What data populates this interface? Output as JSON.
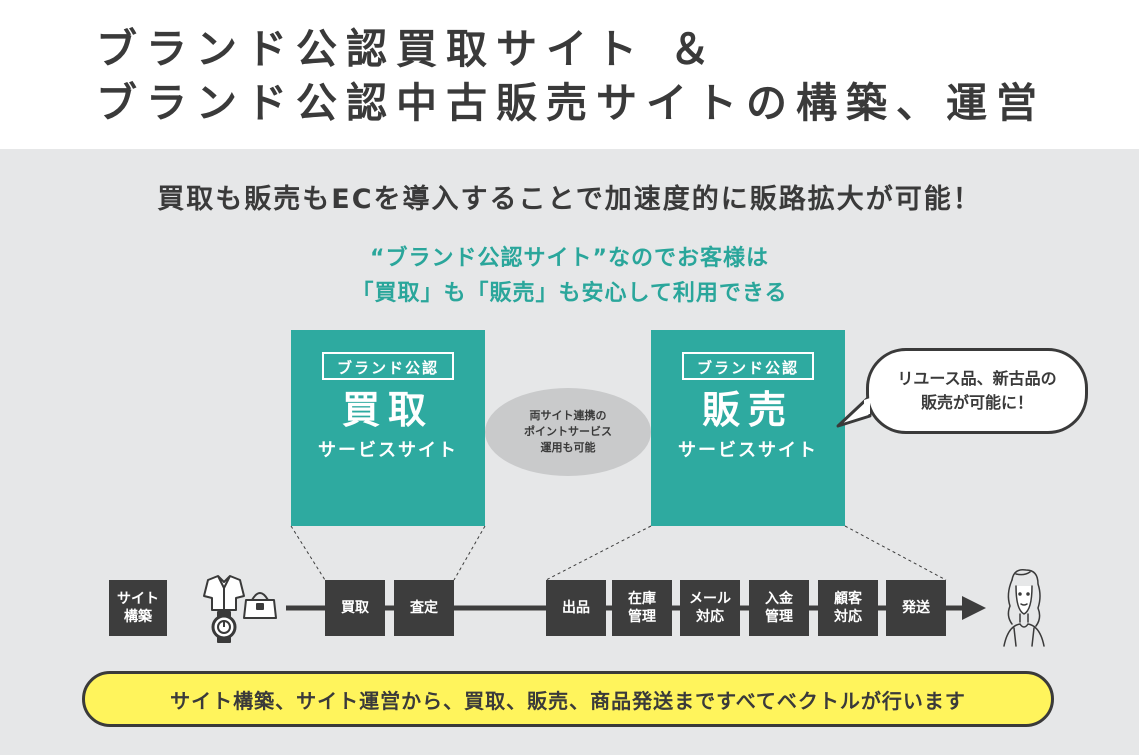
{
  "title": {
    "line1": "ブランド公認買取サイト ＆",
    "line2": "ブランド公認中古販売サイトの構築、運営"
  },
  "headline": "買取も販売もECを導入することで加速度的に販路拡大が可能！",
  "subheadline": {
    "line1": "“ブランド公認サイト”なのでお客様は",
    "line2": "「買取」も「販売」も安心して利用できる"
  },
  "buy_site": {
    "tag": "ブランド公認",
    "main": "買取",
    "sub": "サービスサイト"
  },
  "sell_site": {
    "tag": "ブランド公認",
    "main": "販売",
    "sub": "サービスサイト"
  },
  "center_oval": {
    "line1": "両サイト連携の",
    "line2": "ポイントサービス",
    "line3": "運用も可能"
  },
  "speech_bubble": {
    "line1": "リユース品、新古品の",
    "line2": "販売が可能に！"
  },
  "flow": {
    "start_label": {
      "line1": "サイト",
      "line2": "構築"
    },
    "steps": [
      {
        "line1": "買取",
        "line2": ""
      },
      {
        "line1": "査定",
        "line2": ""
      },
      {
        "line1": "出品",
        "line2": ""
      },
      {
        "line1": "在庫",
        "line2": "管理"
      },
      {
        "line1": "メール",
        "line2": "対応"
      },
      {
        "line1": "入金",
        "line2": "管理"
      },
      {
        "line1": "顧客",
        "line2": "対応"
      },
      {
        "line1": "発送",
        "line2": ""
      }
    ]
  },
  "banner": "サイト構築、サイト運営から、買取、販売、商品発送まですべてベクトルが行います",
  "colors": {
    "teal": "#2eaaa0",
    "teal_text": "#2aa69b",
    "dark": "#3d3d3d",
    "panel_gray": "#e6e7e8",
    "banner_yellow": "#fff45c"
  }
}
